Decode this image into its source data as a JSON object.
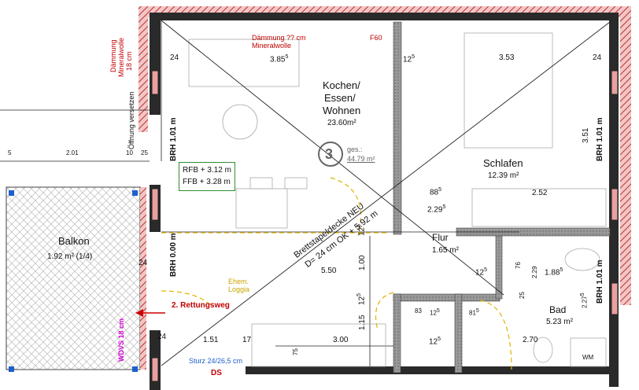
{
  "rooms": {
    "kochen": {
      "name_line1": "Kochen/",
      "name_line2": "Essen/",
      "name_line3": "Wohnen",
      "area": "23.60m²"
    },
    "schlafen": {
      "name": "Schlafen",
      "area": "12.39 m²"
    },
    "balkon": {
      "name": "Balkon",
      "area": "1.92 m²  (1/4)"
    },
    "flur": {
      "name": "Flur",
      "area": "1.65 m²"
    },
    "bad": {
      "name": "Bad",
      "area": "5.23 m²"
    }
  },
  "apartment": {
    "number": "3",
    "ges_label": "ges.:",
    "ges_area": "44.79 m²"
  },
  "levels": {
    "rfb": "RFB + 3.12 m",
    "ffb": "FFB + 3.28 m"
  },
  "ceiling": {
    "line1": "Brettstapeldecke NEU",
    "line2": "D= 24 cm OK + 5.92 m"
  },
  "annotations": {
    "daemmung_top_1": "Dämmung  ?? cm",
    "daemmung_top_2": "Mineralwolle",
    "f60": "F60",
    "daemmung_left_1": "Dämmung",
    "daemmung_left_2": "Mineralwolle",
    "daemmung_left_3": "18 cm",
    "oeffnung": "Öffnung versetzen",
    "rettungsweg": "2. Rettungsweg",
    "wdvs": "WDVS 18 cm",
    "ehem_1": "Ehem.",
    "ehem_2": "Loggia",
    "sturz": "Sturz 24/26,5 cm",
    "ds": "DS",
    "wm": "WM"
  },
  "dimensions": {
    "d24_tl": "24",
    "d385": "3.85",
    "d385_sup": "5",
    "d12": "12",
    "d12_sup": "5",
    "d353": "3.53",
    "d24_tr": "24",
    "d351": "3.51",
    "brh_left": "BRH 1.01 m",
    "brh_right": "BRH 1.01 m",
    "brh_000": "BRH 0.00 m",
    "brh_bad": "BRH 1.01 m",
    "d5": "5",
    "d201": "2.01",
    "d10": "10",
    "d25": "25",
    "d88": "88",
    "d88_sup": "5",
    "d229": "2.29",
    "d229_sup": "5",
    "d252": "2.52",
    "d24_mid": "24",
    "d550": "5.50",
    "d100": "1.00",
    "d12b": "12",
    "d12b_sup": "5",
    "d12c": "12",
    "d12c_sup": "5",
    "d76": "76",
    "d229b": "2.29",
    "d188": "1.88",
    "d188_sup": "5",
    "d12d": "12",
    "d12d_sup": "5",
    "d25b": "25",
    "d83": "83",
    "d12e": "12",
    "d12e_sup": "5",
    "d81": "81",
    "d81_sup": "5",
    "d227": "2.27",
    "d227_sup": "5",
    "d115": "1.15",
    "d24_bl": "24",
    "d151": "1.51",
    "d17": "17",
    "d300": "3.00",
    "d75": "75",
    "d12f": "12",
    "d12f_sup": "5",
    "d270": "2.70"
  }
}
